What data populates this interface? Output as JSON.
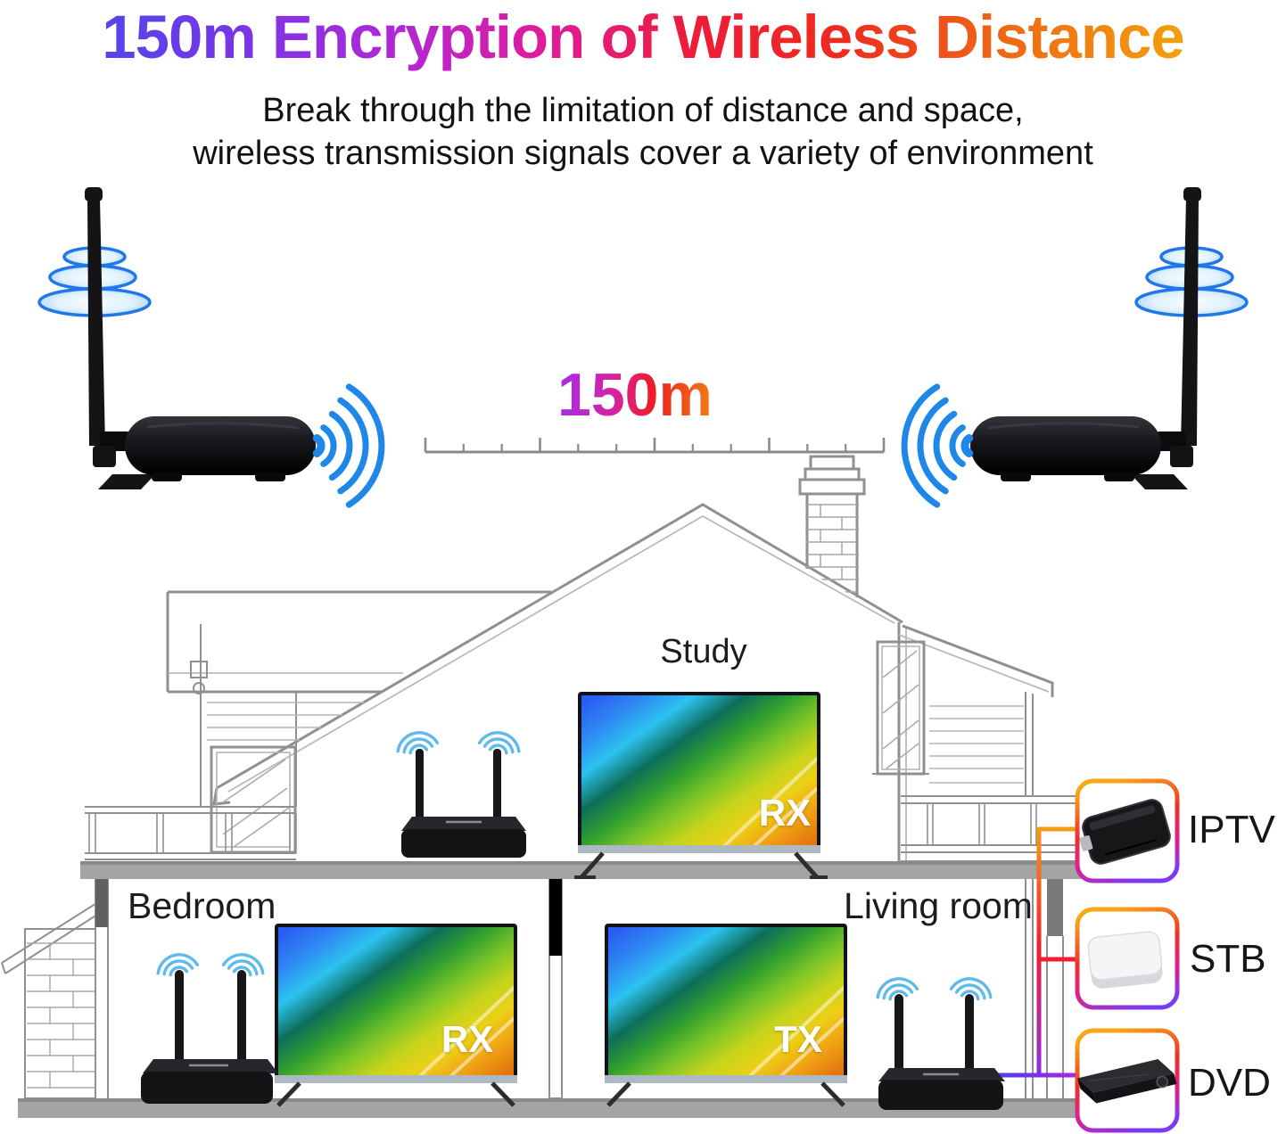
{
  "title": "150m Encryption of Wireless Distance",
  "subtitle": {
    "line1": "Break through the limitation of distance and space,",
    "line2": "wireless transmission signals cover a variety of environment"
  },
  "distance": {
    "label": "150m"
  },
  "rooms": {
    "study": "Study",
    "bedroom": "Bedroom",
    "living_room": "Living room"
  },
  "tv_labels": {
    "study": "RX",
    "bedroom": "RX",
    "living_room": "TX"
  },
  "sources": {
    "iptv": "IPTV",
    "stb": "STB",
    "dvd": "DVD"
  },
  "colors": {
    "title_gradient_start": "#5246e8",
    "title_gradient_mid": "#ee1c35",
    "title_gradient_end": "#f2a00e",
    "wifi_blue": "#1e87e8",
    "ring_blue": "#2277e8",
    "wire_orange": "#f7a314",
    "wire_red": "#ee2030",
    "wire_purple": "#8e2bea",
    "wire_blue": "#4a3ef2",
    "box_border_top": "#f7a814",
    "box_border_bottom": "#7c3bf2",
    "house_line_gray": "#909090",
    "floor_gray": "#a4a4a4",
    "device_black": "#111114"
  }
}
